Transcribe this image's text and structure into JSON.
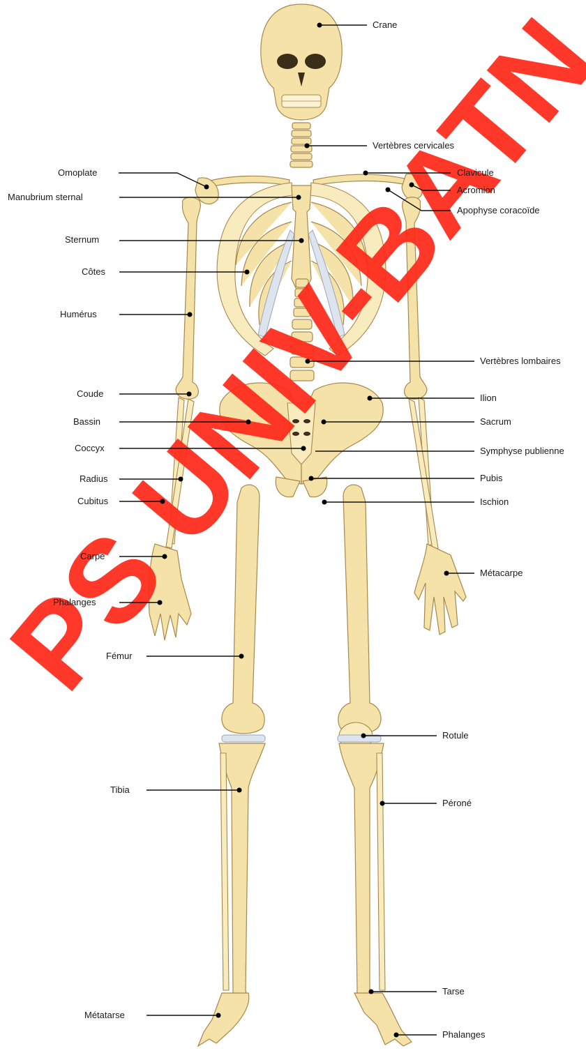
{
  "labels_left": {
    "omoplate": "Omoplate",
    "manubrium": "Manubrium sternal",
    "sternum": "Sternum",
    "cotes": "Côtes",
    "humerus": "Humérus",
    "coude": "Coude",
    "bassin": "Bassin",
    "coccyx": "Coccyx",
    "radius": "Radius",
    "cubitus": "Cubitus",
    "carpe": "Carpe",
    "phalanges_main": "Phalanges",
    "femur": "Fémur",
    "tibia": "Tibia",
    "metatarse": "Métatarse"
  },
  "labels_right": {
    "crane": "Crane",
    "vertebres_cervicales": "Vertèbres cervicales",
    "clavicule": "Clavicule",
    "acromion": "Acromion",
    "apophyse": "Apophyse coracoïde",
    "vertebres_lombaires": "Vertèbres lombaires",
    "ilion": "Ilion",
    "sacrum": "Sacrum",
    "symphyse": "Symphyse publienne",
    "pubis": "Pubis",
    "ischion": "Ischion",
    "metacarpe": "Métacarpe",
    "rotule": "Rotule",
    "perone": "Péroné",
    "tarse": "Tarse",
    "phalanges_pied": "Phalanges"
  },
  "watermark": "PS UNIV-BATN",
  "colors": {
    "bone": "#f4e2a8",
    "bone_outline": "#a8884a",
    "cartilage": "#dde4ee",
    "watermark": "#ff2a1a",
    "leader": "#111111"
  }
}
